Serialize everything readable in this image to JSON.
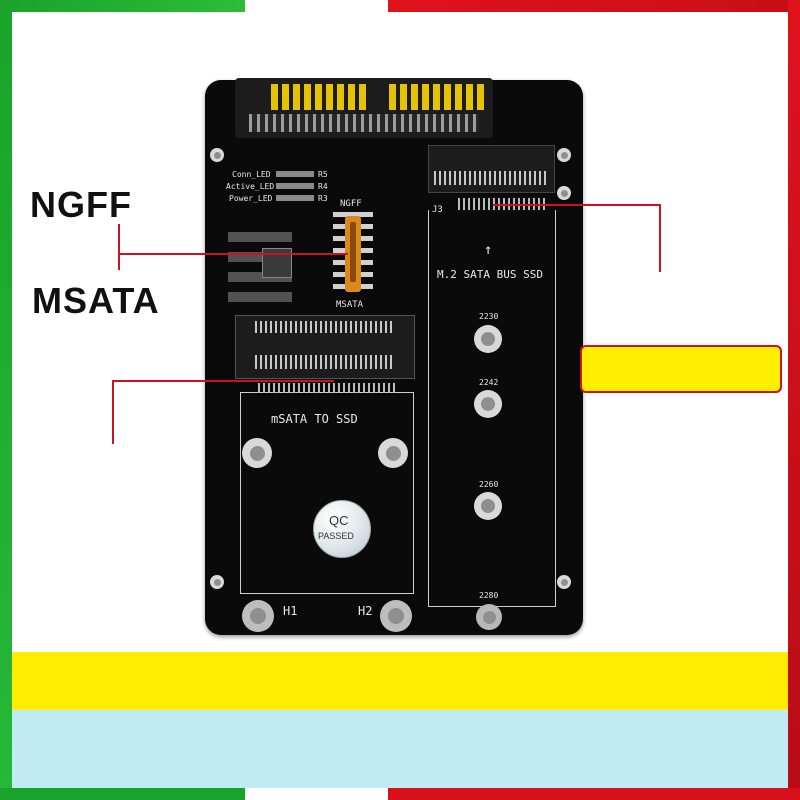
{
  "labels": {
    "ngff": "NGFF",
    "msata": "MSATA"
  },
  "pcb": {
    "led_labels": [
      "Conn_LED",
      "Active_LED",
      "Power_LED"
    ],
    "resistor_labels": [
      "R5",
      "R4",
      "R3"
    ],
    "chip_top_label": "NGFF",
    "chip_bottom_label": "MSATA",
    "j3_label": "J3",
    "m2_title": "M.2 SATA BUS SSD",
    "m2_arrow": "↑",
    "m2_sizes": [
      "2230",
      "2242",
      "2260",
      "2280"
    ],
    "msata_title": "mSATA TO SSD",
    "hole_labels": [
      "H1",
      "H2"
    ],
    "qc_line1": "QC",
    "qc_line2": "PASSED"
  },
  "colors": {
    "pcb": "#0a0a0a",
    "connector_gold": "#e6c300",
    "border_green": "#1aa32a",
    "border_red": "#d8101a",
    "callout_red": "#c8141c",
    "yellow_box": "#ffee00",
    "yellow_band": "#ffec00",
    "light_blue_band": "#bfecf2"
  }
}
